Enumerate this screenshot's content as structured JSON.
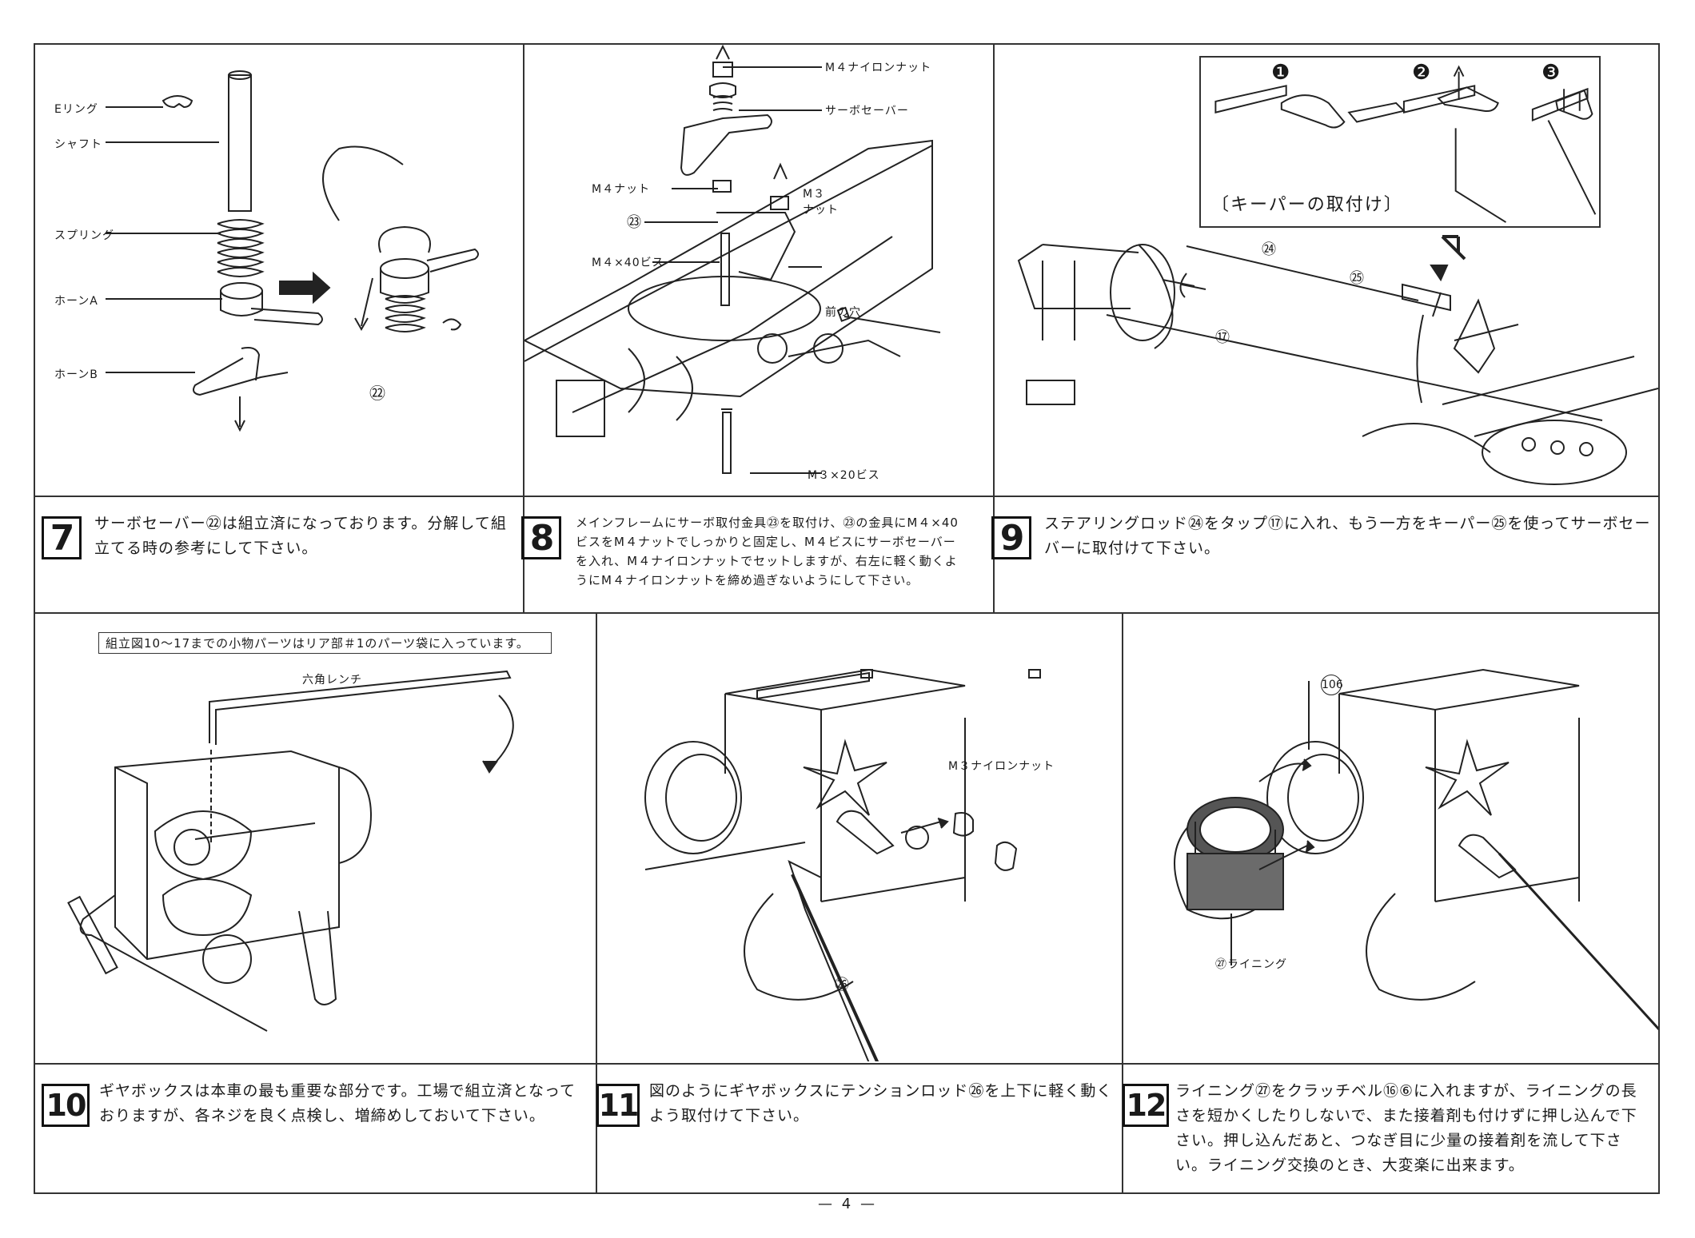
{
  "step7": {
    "number": "7",
    "text": "サーボセーバー㉒は組立済になっております。分解して組立てる時の参考にして下さい。",
    "labels": {
      "ering": "Eリング",
      "shaft": "シャフト",
      "spring": "スプリング",
      "horn_a": "ホーンA",
      "horn_b": "ホーンB",
      "part": "㉒"
    }
  },
  "step8": {
    "number": "8",
    "text": "メインフレームにサーボ取付金具㉓を取付け、㉓の金具にM４×40ビスをM４ナットでしっかりと固定し、M４ビスにサーボセーバーを入れ、M４ナイロンナットでセットしますが、右左に軽く動くようにM４ナイロンナットを締め過ぎないようにして下さい。",
    "labels": {
      "m4_nylon_nut": "M４ナイロンナット",
      "servo_saver": "サーボセーバー",
      "m4_nut": "M４ナット",
      "m3_nut_1": "M３",
      "m3_nut_2": "ナット",
      "part": "㉓",
      "m4x40": "M４×40ビス",
      "front_hole": "前の穴",
      "m3x20": "M３×20ビス"
    }
  },
  "step9": {
    "number": "9",
    "text": "ステアリングロッド㉔をタップ⑰に入れ、もう一方をキーパー㉕を使ってサーボセーバーに取付けて下さい。",
    "labels": {
      "p24": "㉔",
      "p25": "㉕",
      "p17": "⑰",
      "k1": "❶",
      "k2": "❷",
      "k3": "❸"
    },
    "keeper_title": "〔キーパーの取付け〕"
  },
  "step10": {
    "number": "10",
    "text": "ギヤボックスは本車の最も重要な部分です。工場で組立済となっておりますが、各ネジを良く点検し、増締めしておいて下さい。",
    "note": "組立図10～17までの小物パーツはリア部＃1のパーツ袋に入っています。",
    "labels": {
      "hex_wrench": "六角レンチ"
    }
  },
  "step11": {
    "number": "11",
    "text": "図のようにギヤボックスにテンションロッド㉖を上下に軽く動くよう取付けて下さい。",
    "labels": {
      "m3_nylon_nut": "M３ナイロンナット",
      "p26": "㉖"
    }
  },
  "step12": {
    "number": "12",
    "text": "ライニング㉗をクラッチベル⑯⑥に入れますが、ライニングの長さを短かくしたりしないで、また接着剤も付けずに押し込んで下さい。押し込んだあと、つなぎ目に少量の接着剤を流して下さい。ライニング交換のとき、大変楽に出来ます。",
    "labels": {
      "p106": "106",
      "lining": "㉗ライニング"
    }
  },
  "page_number": "— 4 —"
}
